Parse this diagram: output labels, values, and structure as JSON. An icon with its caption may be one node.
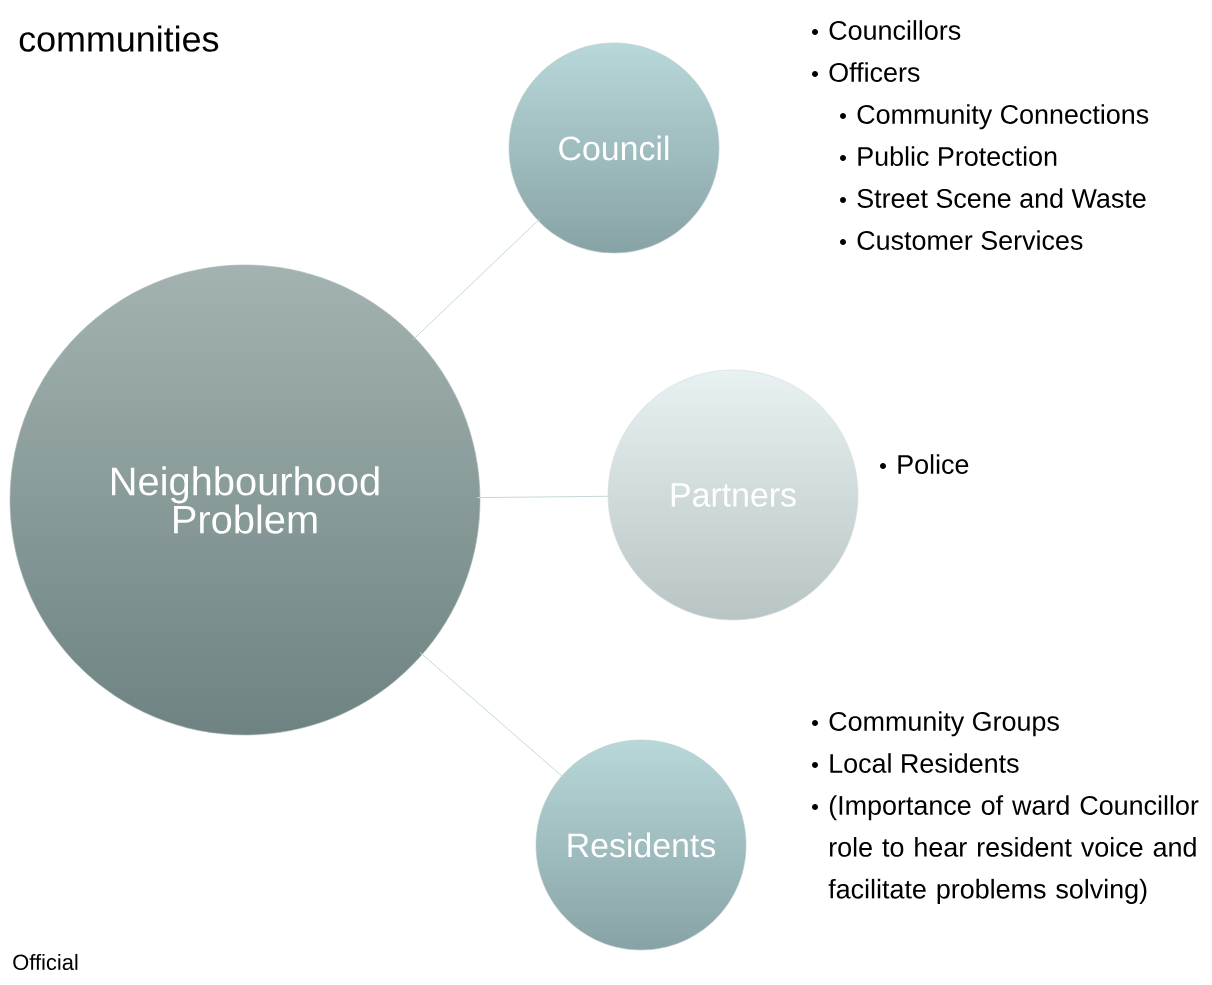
{
  "diagram": {
    "title": "communities",
    "nodes": [
      {
        "text": [
          "Neighbourhood Problem"
        ]
      },
      {
        "text": [
          "Council"
        ],
        "beside": [
          "Councillors",
          "Officers",
          "Community Connections",
          "Public Protection",
          "Street Scene and Waste",
          "Customer Services"
        ]
      },
      {
        "text": [
          "Partners"
        ],
        "beside": [
          "Police"
        ]
      },
      {
        "text": [
          "Residents"
        ],
        "beside": [
          "Community Groups",
          "Local Residents",
          "(Importance of ward Councillor role to hear resident voice and facilitate problems solving)"
        ]
      }
    ],
    "edges": [
      {
        "from": 0,
        "to": 1,
        "arrow": "none"
      },
      {
        "from": 0,
        "to": 2,
        "arrow": "none"
      },
      {
        "from": 0,
        "to": 3,
        "arrow": "none"
      }
    ],
    "labels": [
      "Official"
    ]
  }
}
